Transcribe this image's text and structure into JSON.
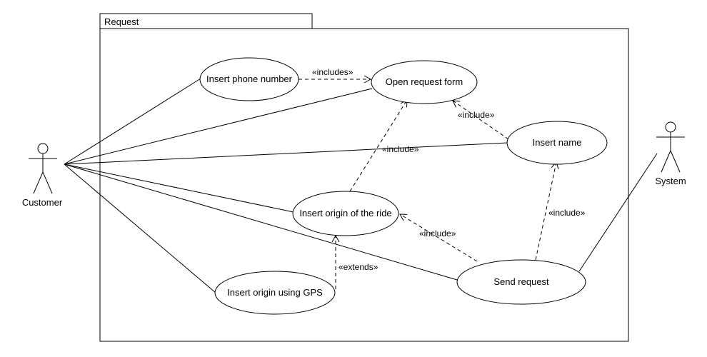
{
  "system_boundary": {
    "label": "Request"
  },
  "actors": {
    "customer": {
      "label": "Customer"
    },
    "system": {
      "label": "System"
    }
  },
  "use_cases": {
    "insert_phone": "Insert phone number",
    "open_form": "Open request form",
    "insert_name": "Insert name",
    "insert_origin": "Insert origin of the ride",
    "insert_gps": "Insert origin using GPS",
    "send_request": "Send request"
  },
  "relations": {
    "phone_to_form": "«includes»",
    "name_to_form": "«include»",
    "name_middle": "«include»",
    "send_to_name": "«include»",
    "send_to_origin": "«include»",
    "gps_to_origin": "«extends»"
  }
}
